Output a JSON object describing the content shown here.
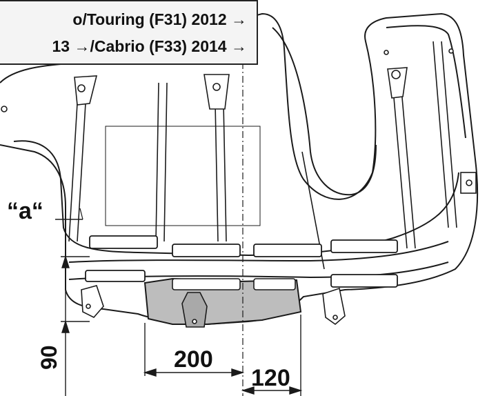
{
  "caption": {
    "line1": "o/Touring (F31) 2012 →",
    "line2": "13 →/Cabrio (F33) 2014 →"
  },
  "labels": {
    "part_a": "“a“"
  },
  "dimensions": {
    "d200": "200",
    "d120": "120",
    "d90": "90"
  },
  "colors": {
    "shaded_area": "#bdbdbd",
    "line": "#1a1a1a"
  }
}
